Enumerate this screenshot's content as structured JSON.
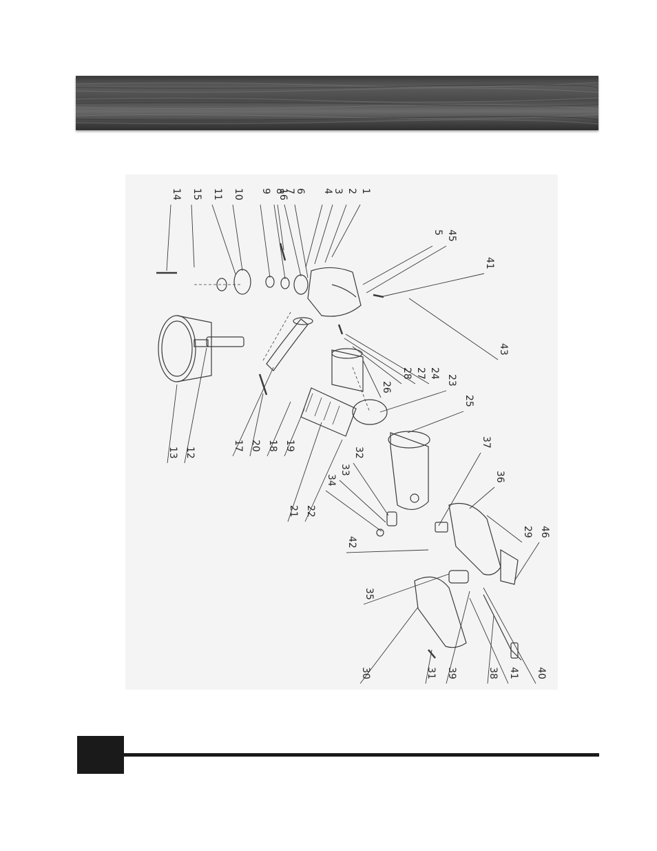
{
  "diagram": {
    "part_numbers": [
      "1",
      "2",
      "3",
      "4",
      "16",
      "6",
      "7",
      "8",
      "9",
      "10",
      "11",
      "15",
      "14",
      "45",
      "5",
      "41",
      "43",
      "13",
      "12",
      "17",
      "20",
      "18",
      "19",
      "21",
      "22",
      "24",
      "27",
      "28",
      "26",
      "23",
      "25",
      "37",
      "32",
      "33",
      "34",
      "36",
      "29",
      "46",
      "42",
      "35",
      "30",
      "31",
      "39",
      "38",
      "41",
      "40"
    ]
  },
  "colors": {
    "banner": "#4d4d4d",
    "footer": "#1a1a1a",
    "panel": "#f4f4f4",
    "ink": "#2a2a2a"
  }
}
